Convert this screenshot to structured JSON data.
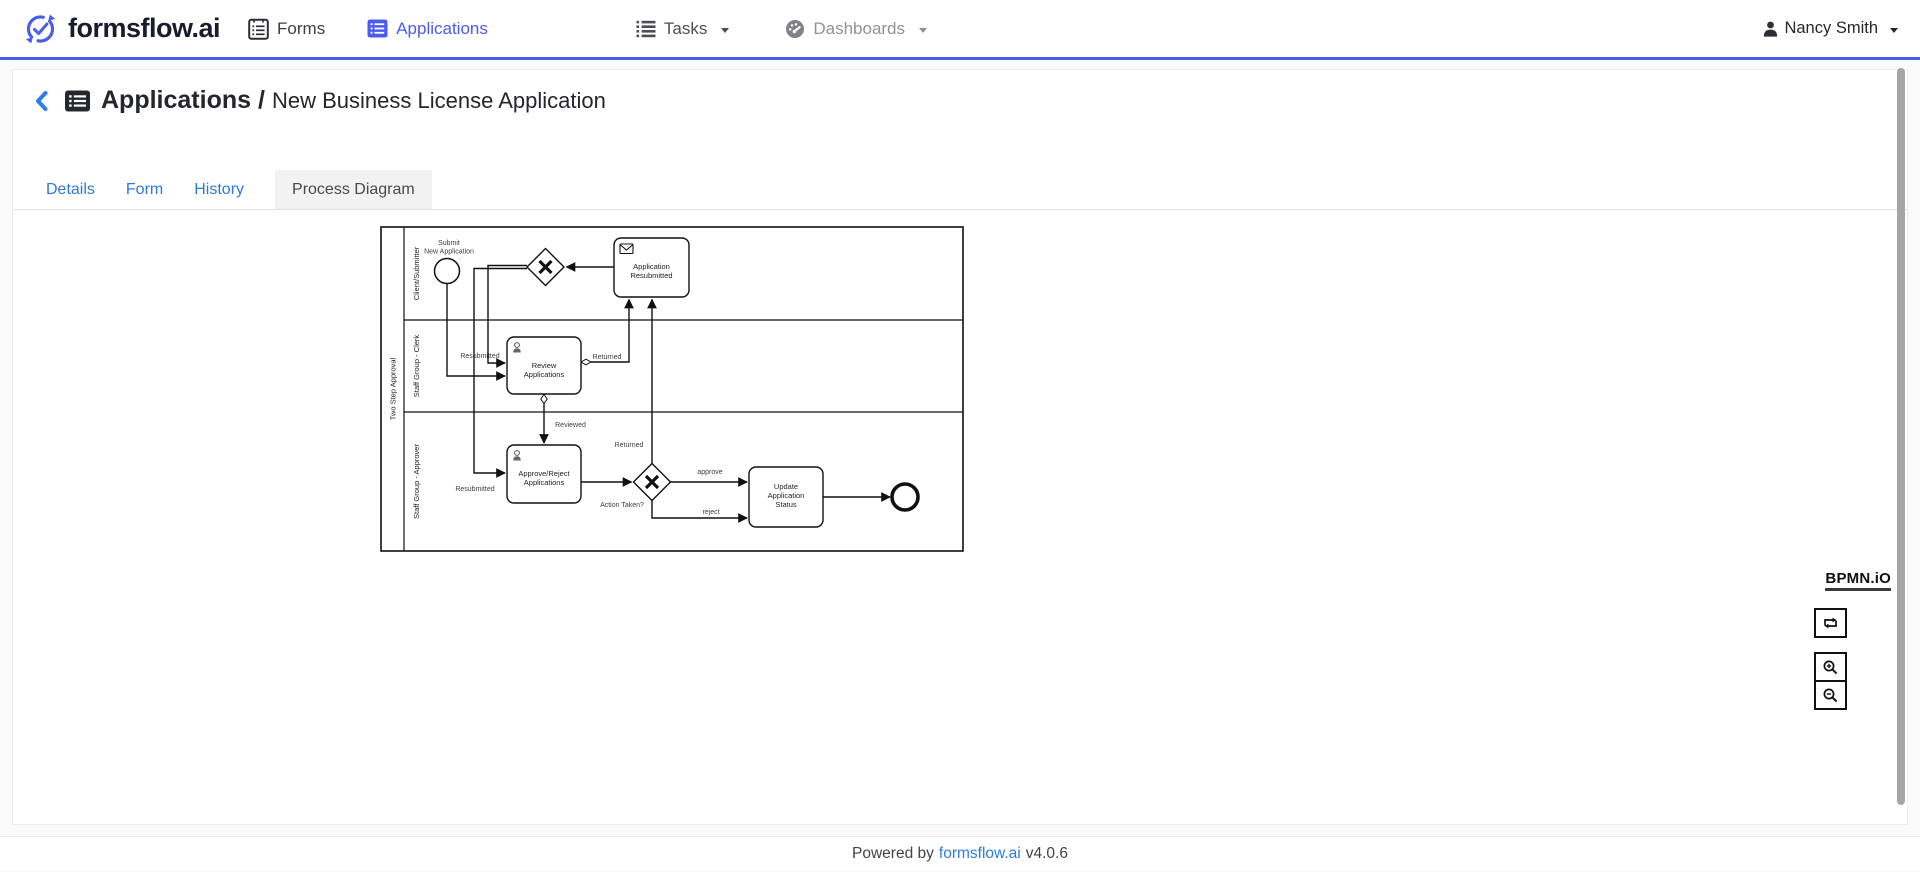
{
  "colors": {
    "accent_blue": "#4a5bef",
    "tab_link_blue": "#3178dd",
    "back_chevron_blue": "#2b7bf3",
    "active_tab_bg": "#f2f2f2"
  },
  "navbar": {
    "brand": "formsflow.ai",
    "items": [
      {
        "label": "Forms",
        "icon": "forms-icon",
        "active": false,
        "dropdown": false
      },
      {
        "label": "Applications",
        "icon": "applications-icon",
        "active": true,
        "dropdown": false
      },
      {
        "label": "Tasks",
        "icon": "tasks-icon",
        "active": false,
        "dropdown": true
      },
      {
        "label": "Dashboards",
        "icon": "dashboards-icon",
        "active": false,
        "dropdown": true
      }
    ],
    "user": {
      "name": "Nancy Smith",
      "icon": "user-icon",
      "dropdown": true
    }
  },
  "header": {
    "section": "Applications",
    "separator": "/",
    "title": "New Business License Application"
  },
  "tabs": [
    {
      "label": "Details",
      "active": false
    },
    {
      "label": "Form",
      "active": false
    },
    {
      "label": "History",
      "active": false
    },
    {
      "label": "Process Diagram",
      "active": true
    }
  ],
  "diagram": {
    "pool_label": "Two Step Approval",
    "lanes": [
      "Client/Submitter",
      "Staff Group - Clerk",
      "Staff Group - Approver"
    ],
    "nodes": {
      "start_event": {
        "type": "start-event",
        "label_line1": "Submit",
        "label_line2": "New Application"
      },
      "resubmit_gateway": {
        "type": "exclusive-gateway"
      },
      "application_resubmitted": {
        "type": "receive-task",
        "label_line1": "Application",
        "label_line2": "Resubmitted"
      },
      "review_applications": {
        "type": "user-task",
        "label_line1": "Review",
        "label_line2": "Applications"
      },
      "approve_reject_applications": {
        "type": "user-task",
        "label_line1": "Approve/Reject",
        "label_line2": "Applications"
      },
      "action_taken_gateway": {
        "type": "exclusive-gateway",
        "label": "Action Taken?"
      },
      "update_application_status": {
        "type": "task",
        "label_line1": "Update",
        "label_line2": "Application",
        "label_line3": "Status"
      },
      "end_event": {
        "type": "end-event"
      }
    },
    "flow_labels": {
      "resubmitted_to_review": "Resubmitted",
      "resubmitted_to_approve": "Resubmitted",
      "returned_from_review": "Returned",
      "reviewed": "Reviewed",
      "returned_from_gateway": "Returned",
      "approve": "approve",
      "reject": "reject"
    }
  },
  "viewer": {
    "brand": "BPMN.iO",
    "controls": [
      {
        "icon": "reset-zoom-icon"
      },
      {
        "icon": "zoom-in-icon"
      },
      {
        "icon": "zoom-out-icon"
      }
    ]
  },
  "footer": {
    "prefix": "Powered by",
    "link_label": "formsflow.ai",
    "version": "v4.0.6"
  }
}
